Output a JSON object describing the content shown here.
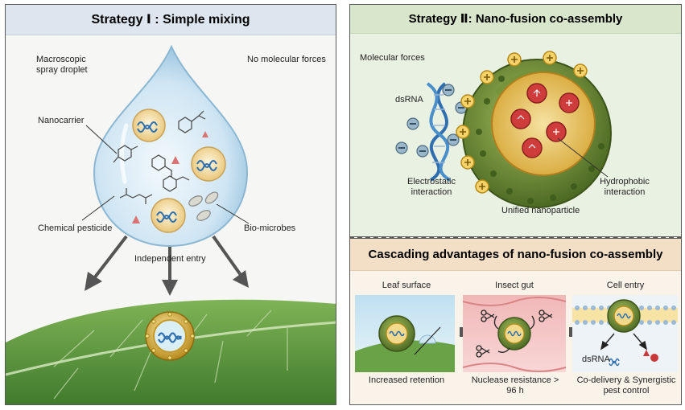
{
  "strategy1": {
    "title": "Strategy Ⅰ : Simple mixing",
    "droplet_label": "Macroscopic spray droplet",
    "no_forces_label": "No molecular forces",
    "nanocarrier_label": "Nanocarrier",
    "pesticide_label": "Chemical pesticide",
    "microbes_label": "Bio-microbes",
    "entry_label": "Independent entry"
  },
  "strategy2": {
    "title": "Strategy Ⅱ: Nano-fusion co-assembly",
    "forces_label": "Molecular forces",
    "dsrna_label": "dsRNA",
    "electrostatic_label": "Electrostatic interaction",
    "hydrophobic_label": "Hydrophobic interaction",
    "nanoparticle_label": "Unified nanoparticle"
  },
  "advantages": {
    "title": "Cascading advantages of nano-fusion co-assembly",
    "steps": [
      {
        "heading": "Leaf surface",
        "caption": "Increased retention"
      },
      {
        "heading": "Insect gut",
        "caption": "Nuclease resistance > 96 h"
      },
      {
        "heading": "Cell entry",
        "caption": "Co-delivery  &  Synergistic pest  control"
      }
    ],
    "dsrna_label": "dsRNA"
  },
  "colors": {
    "accent_gold": "#d8a93a",
    "shell_green": "#6f8f3a",
    "core_red": "#c8393a",
    "droplet_blue": "#a9cfe6",
    "leaf_green": "#5f9a3d"
  }
}
